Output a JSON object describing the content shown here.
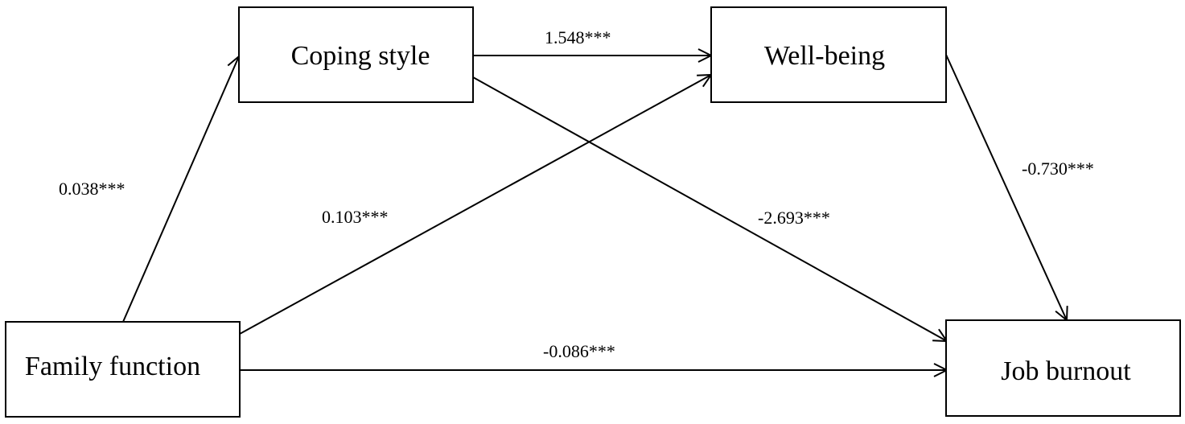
{
  "nodes": {
    "coping_style": {
      "label": "Coping style"
    },
    "well_being": {
      "label": "Well-being"
    },
    "family_function": {
      "label": "Family function"
    },
    "job_burnout": {
      "label": "Job burnout"
    }
  },
  "edges": {
    "coping_to_wellbeing": {
      "label": "1.548***"
    },
    "family_to_coping": {
      "label": "0.038***"
    },
    "family_to_wellbeing": {
      "label": "0.103***"
    },
    "coping_to_burnout": {
      "label": "-2.693***"
    },
    "wellbeing_to_burnout": {
      "label": "-0.730***"
    },
    "family_to_burnout": {
      "label": "-0.086***"
    }
  },
  "colors": {
    "stroke": "#000000",
    "background": "#ffffff"
  }
}
